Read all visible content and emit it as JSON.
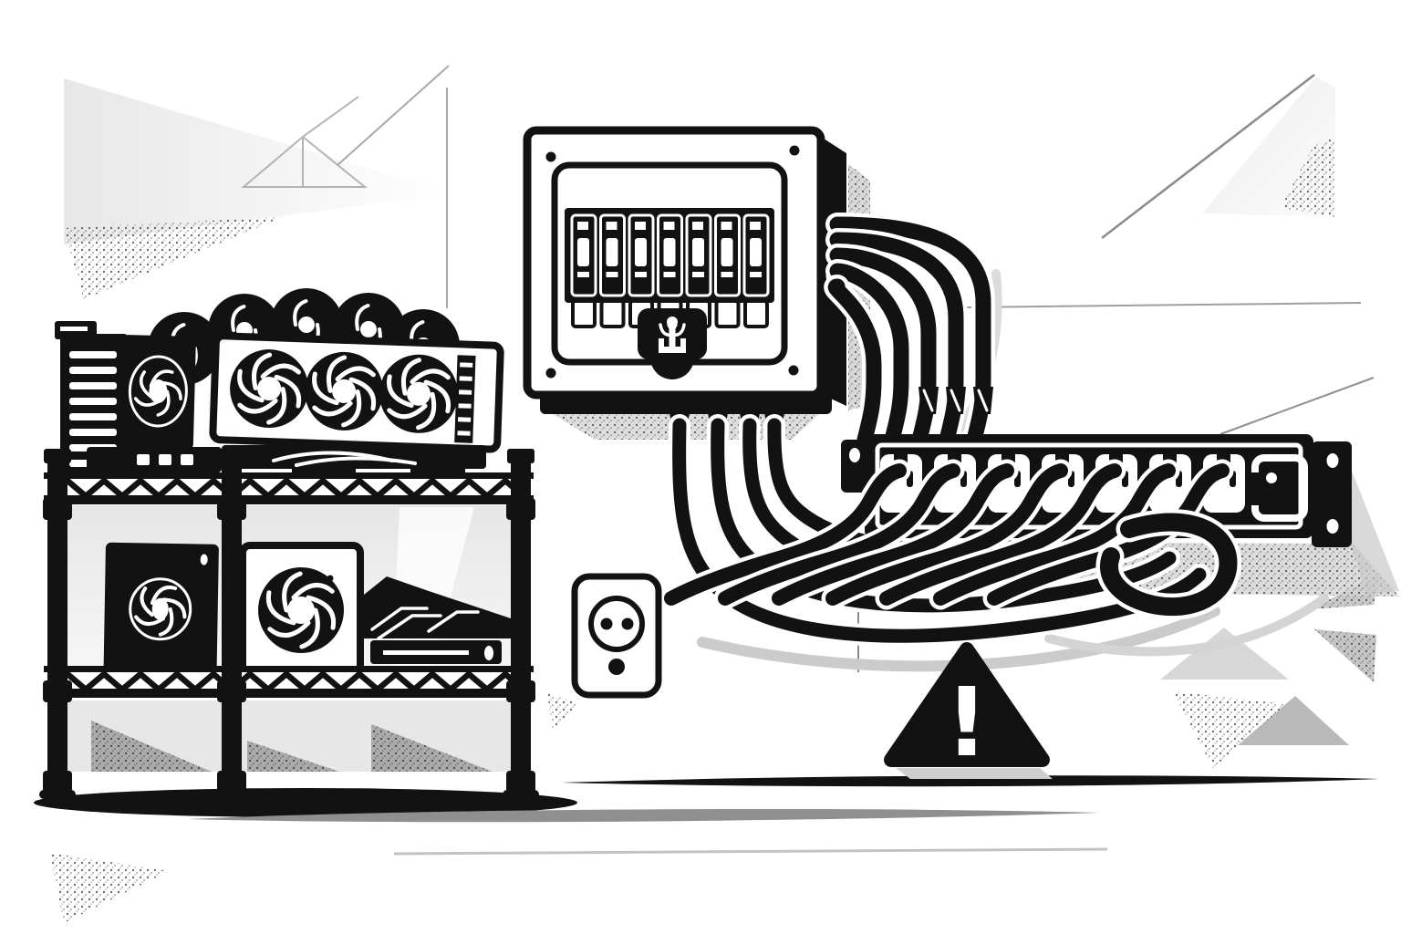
{
  "colors": {
    "ink": "#121212",
    "paper": "#ffffff",
    "shade_light": "#ececec",
    "shade_mid": "#d6d6d6",
    "shade_dark": "#9a9a9a",
    "speckle": "#4a4a4a",
    "hairline": "#9e9e9e"
  },
  "scene": {
    "rack": {
      "posts": 3,
      "shelves": 2,
      "ring_fans": 5,
      "gpu": {
        "fans": 3,
        "fan_blades": 6,
        "heatsink_slots": 8,
        "fin_column_slots": 7,
        "side_fin_slots": 6,
        "ports": 3
      },
      "mid_black_fan_blades": 5,
      "mid_white_fan_blades": 6,
      "psu_traces": 3,
      "lower_speckle_triangles": 3
    },
    "breaker_panel": {
      "breakers": 7,
      "screws": 4,
      "side_cables": 5,
      "bottom_cables": 4,
      "side_connectors": 2
    },
    "power_strip": {
      "plugs": 7,
      "empty_sockets": 1,
      "ear_holes": 3
    },
    "wall_outlet": {
      "pin_holes": 2,
      "ground_dots": 1
    },
    "warning_sign": {
      "symbol": "!"
    }
  }
}
